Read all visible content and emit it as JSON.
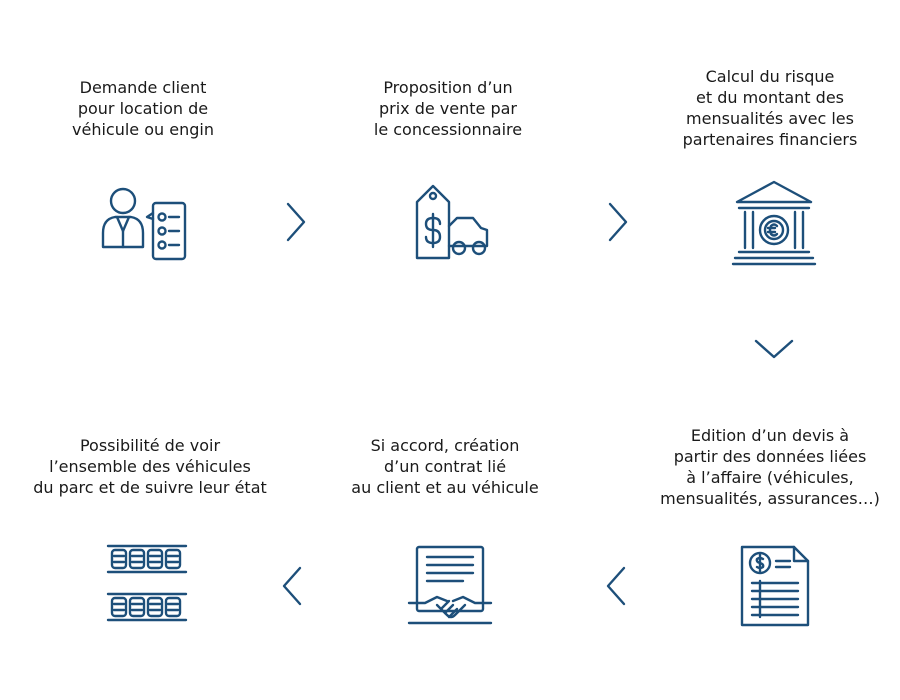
{
  "steps": [
    {
      "lines": [
        "Demande client",
        "pour location de",
        "véhicule ou engin"
      ],
      "icon": "client-request-icon"
    },
    {
      "lines": [
        "Proposition d’un",
        "prix de vente par",
        "le concessionnaire"
      ],
      "icon": "price-tag-car-icon"
    },
    {
      "lines": [
        "Calcul du risque",
        "et du montant des",
        "mensualités avec les",
        "partenaires financiers"
      ],
      "icon": "bank-euro-icon"
    },
    {
      "lines": [
        "Edition d’un devis à",
        "partir des données liées",
        "à l’affaire (véhicules,",
        "mensualités, assurances…)"
      ],
      "icon": "quote-document-icon"
    },
    {
      "lines": [
        "Si accord, création",
        "d’un contrat lié",
        "au client et au véhicule"
      ],
      "icon": "contract-handshake-icon"
    },
    {
      "lines": [
        "Possibilité de voir",
        "l’ensemble des véhicules",
        "du parc et de suivre leur état"
      ],
      "icon": "vehicle-fleet-icon"
    }
  ],
  "colors": {
    "accent": "#1d4f7a",
    "text": "#1a1a1a"
  }
}
